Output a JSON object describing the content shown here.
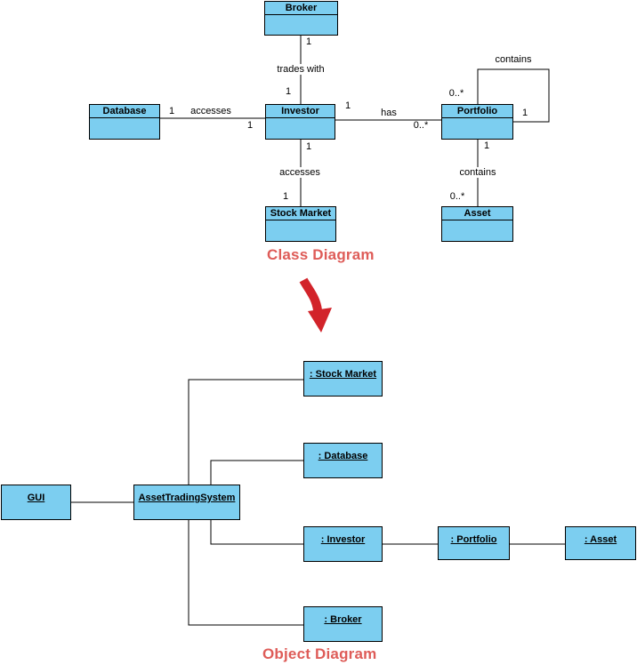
{
  "class_diagram": {
    "caption": "Class Diagram",
    "classes": {
      "broker": "Broker",
      "database": "Database",
      "investor": "Investor",
      "portfolio": "Portfolio",
      "stock_market": "Stock Market",
      "asset": "Asset"
    },
    "labels": {
      "trades_with": "trades with",
      "accesses_db": "accesses",
      "has": "has",
      "contains_loop": "contains",
      "accesses_sm": "accesses",
      "contains_asset": "contains",
      "m_broker_end": "1",
      "m_investor_top": "1",
      "m_database_end": "1",
      "m_investor_left": "1",
      "m_investor_right": "1",
      "m_portfolio_has": "0..*",
      "m_loop_top": "0..*",
      "m_loop_right": "1",
      "m_stockmarket_top": "1",
      "m_stockmarket_bottom": "1",
      "m_asset_top": "1",
      "m_asset_bottom": "0..*"
    }
  },
  "object_diagram": {
    "caption": "Object Diagram",
    "objects": {
      "gui": "GUI",
      "asset_trading_system": "AssetTradingSystem",
      "stock_market": ": Stock Market",
      "database": ": Database",
      "investor": ": Investor",
      "portfolio": ": Portfolio",
      "asset": ": Asset",
      "broker": ": Broker"
    }
  },
  "colors": {
    "box_fill": "#7CCEF0",
    "box_border": "#000000",
    "caption_color": "#DE5C58",
    "arrow_color": "#D2232A"
  }
}
